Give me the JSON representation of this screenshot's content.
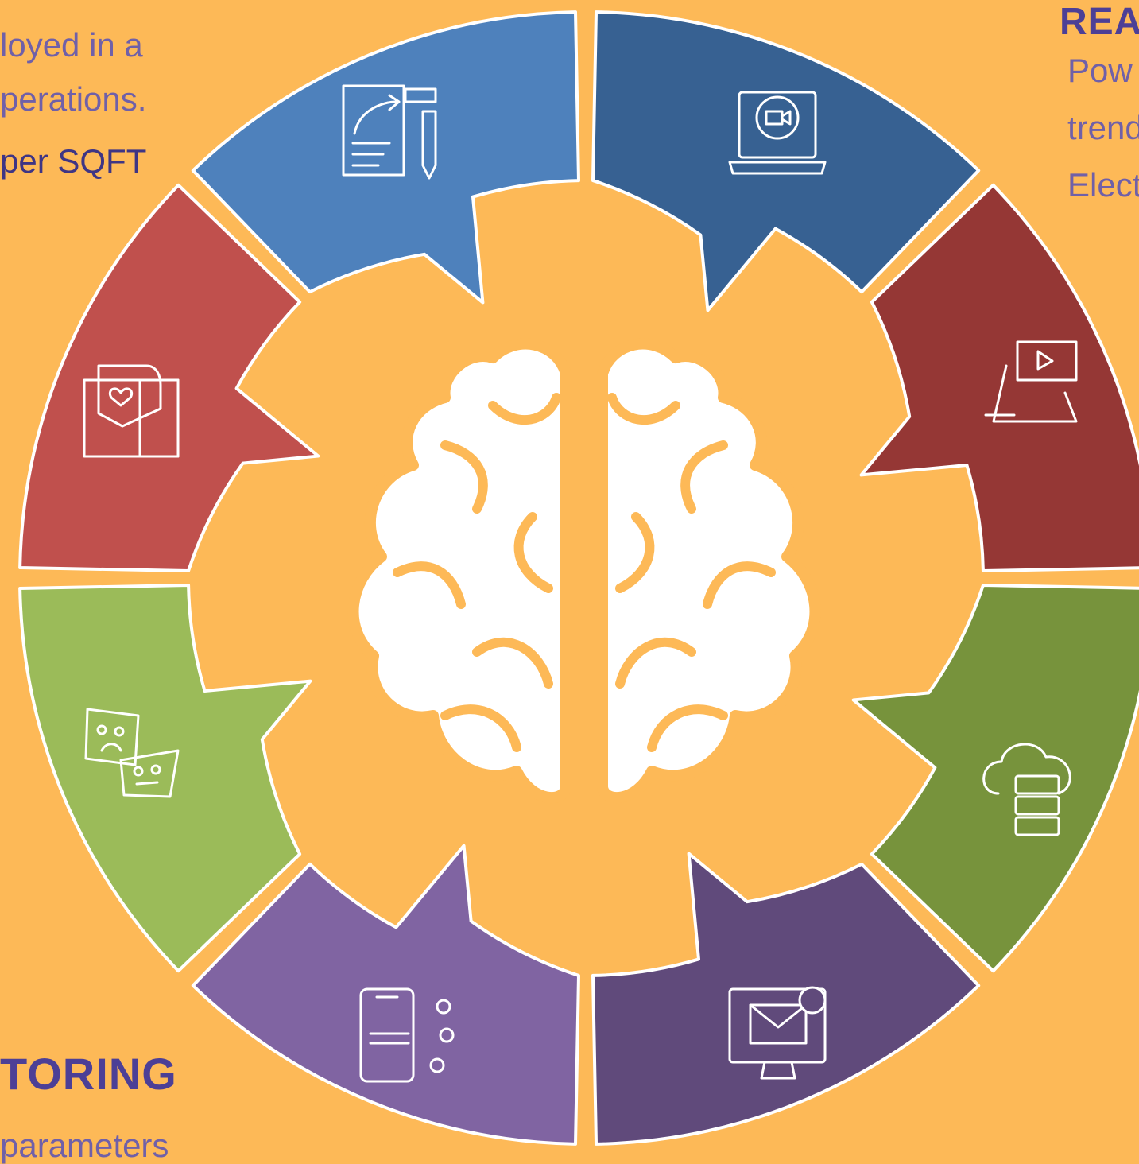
{
  "left_text": {
    "line1": "loyed in a",
    "line2": "perations.",
    "line3": "per SQFT"
  },
  "right_text": {
    "heading": "REA",
    "line1": "Pow",
    "line2": "trend",
    "line3": "Elect"
  },
  "bottom_left_text": {
    "heading": "TORING",
    "line1": "parameters"
  },
  "colors": {
    "background": "#fdb957",
    "segment_top_left": "#4e81bc",
    "segment_top_right": "#376192",
    "segment_right_upper": "#953735",
    "segment_right_lower": "#77933c",
    "segment_bottom_right": "#604a7b",
    "segment_bottom_left": "#8064a2",
    "segment_left_lower": "#9bbb59",
    "segment_left_upper": "#c0504d",
    "brain": "#ffffff"
  },
  "icons": {
    "top_left": "document-edit-icon",
    "top_right": "laptop-video-chat-icon",
    "right_upper": "video-platform-icon",
    "right_lower": "cloud-server-icon",
    "bottom_right": "monitor-mail-notification-icon",
    "bottom_left": "smartphone-network-icon",
    "left_lower": "emoji-signs-icon",
    "left_upper": "bookmark-heart-window-icon",
    "center": "brain-icon"
  }
}
